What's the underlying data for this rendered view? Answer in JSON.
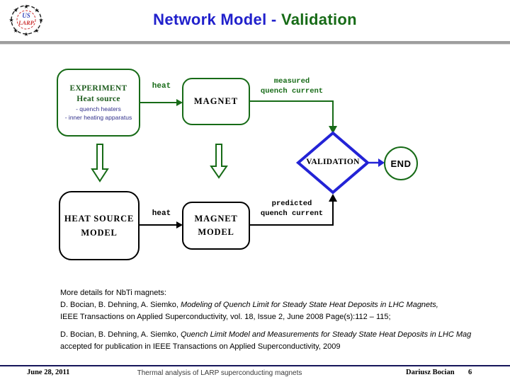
{
  "colors": {
    "title_blue": "#2121cc",
    "dark_green": "#176b17",
    "navy_text": "#32328c",
    "diamond_blue": "#2323d6",
    "gray_rule": "#9e9e9e",
    "footer_line": "#14145a",
    "logo_red": "#cc3333",
    "logo_blue": "#3344bb"
  },
  "logo": {
    "line1": "US",
    "line2": "LARP"
  },
  "title": {
    "part1": "Network Model - ",
    "part2": "Validation"
  },
  "flowchart": {
    "experiment_box": {
      "title1": "EXPERIMENT",
      "title2": "Heat source",
      "bullet1": "- quench heaters",
      "bullet2": "- inner heating apparatus"
    },
    "heat_label_top": "heat",
    "magnet_box": "MAGNET",
    "measured_label": {
      "line1": "measured",
      "line2": "quench current"
    },
    "validation_label": "VALIDATION",
    "end_label": "END",
    "heat_source_model": {
      "line1": "HEAT SOURCE",
      "line2": "MODEL"
    },
    "heat_label_bottom": "heat",
    "magnet_model": {
      "line1": "MAGNET",
      "line2": "MODEL"
    },
    "predicted_label": {
      "line1": "predicted",
      "line2": "quench current"
    }
  },
  "references": {
    "block1": {
      "line1": "More details for NbTi magnets:",
      "line2_prefix": "D. Bocian, B. Dehning, A. Siemko, ",
      "line2_italic": "Modeling of Quench Limit for Steady State Heat Deposits in LHC Magnets,",
      "line3": "IEEE Transactions on Applied Superconductivity, vol. 18, Issue 2, June 2008 Page(s):112 – 115;"
    },
    "block2": {
      "line1_prefix": "D. Bocian, B. Dehning, A. Siemko, ",
      "line1_italic": "Quench Limit Model and Measurements for Steady State Heat Deposits in LHC Mag",
      "line2": "accepted for publication in IEEE Transactions on Applied Superconductivity, 2009"
    }
  },
  "footer": {
    "date": "June 28, 2011",
    "center": "Thermal analysis of LARP superconducting magnets",
    "author": "Dariusz Bocian",
    "page": "6"
  }
}
